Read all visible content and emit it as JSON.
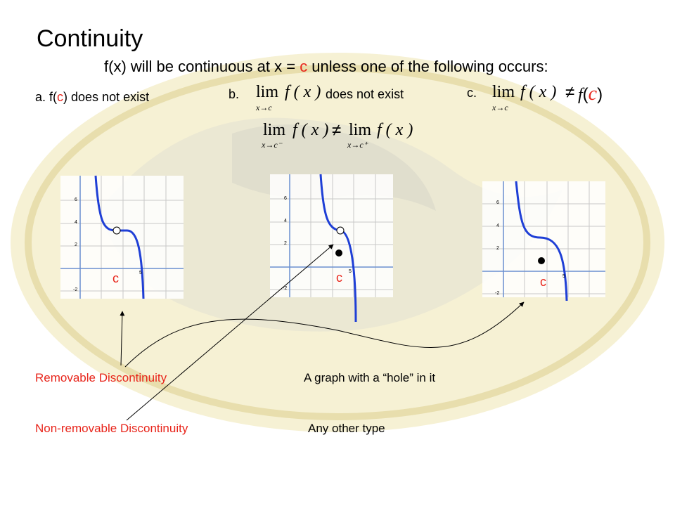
{
  "colors": {
    "accent_red": "#e8251b",
    "curve_blue": "#1f3fd6",
    "emblem_gold": "#e8d88a"
  },
  "slide": {
    "title": "Continuity",
    "intro_prefix": "f(x) will be continuous at x = ",
    "intro_c": "c",
    "intro_suffix": " unless one of the following occurs:"
  },
  "cases": {
    "a": {
      "label": "a.",
      "text_prefix": "f(",
      "text_c": "c",
      "text_suffix": ") does not exist"
    },
    "b": {
      "label": "b.",
      "lim": "lim",
      "fx": "f ( x )",
      "sub": "x→c",
      "tail": "does not exist",
      "lim_left_sub": "x→c⁻",
      "lim_right_sub": "x→c⁺",
      "neq": "≠"
    },
    "c": {
      "label": "c.",
      "lim": "lim",
      "fx": "f ( x )",
      "neq": "≠",
      "fc_f": "f",
      "fc_c": "c",
      "sub": "x→c"
    }
  },
  "graphs": [
    {
      "y_ticks": [
        "6",
        "4",
        "2",
        "-2"
      ],
      "x_tick": "5",
      "c_label": "c"
    },
    {
      "y_ticks": [
        "6",
        "4",
        "2",
        "-2"
      ],
      "x_tick": "5",
      "c_label": "c"
    },
    {
      "y_ticks": [
        "6",
        "4",
        "2",
        "-2"
      ],
      "x_tick": "5",
      "c_label": "c"
    }
  ],
  "labels": {
    "removable": "Removable Discontinuity",
    "removable_desc": "A graph with a “hole” in it",
    "nonremovable": "Non-removable Discontinuity",
    "nonremovable_desc": "Any other type"
  }
}
